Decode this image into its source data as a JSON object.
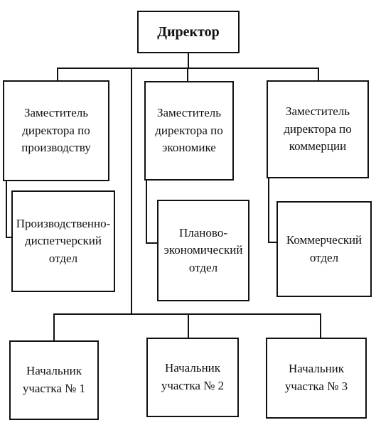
{
  "diagram": {
    "director": "Директор",
    "deputies": [
      "Заместитель\nдиректора по\nпроизводству",
      "Заместитель\nдиректора по\nэкономике",
      "Заместитель\nдиректора по\nкоммерции"
    ],
    "departments": [
      "Производственно-\nдиспетчерский\nотдел",
      "Планово-\nэкономический\nотдел",
      "Коммерческий\nотдел"
    ],
    "site_chiefs": [
      "Начальник\nучастка № 1",
      "Начальник\nучастка № 2",
      "Начальник\nучастка № 3"
    ]
  }
}
